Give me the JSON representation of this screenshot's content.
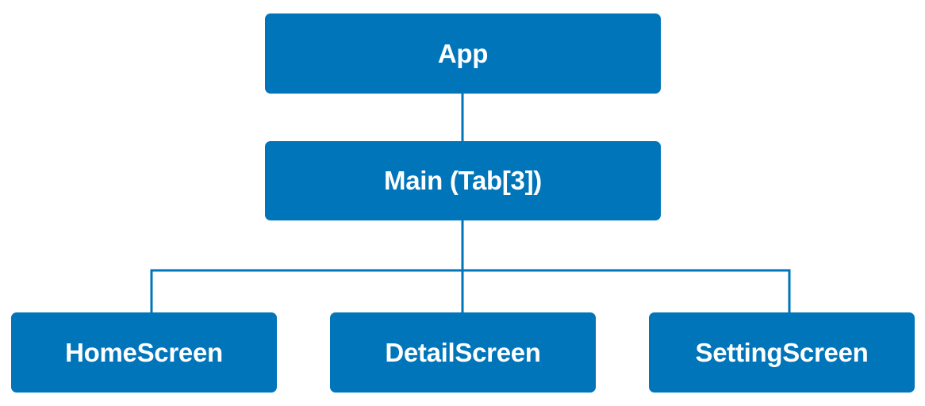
{
  "colors": {
    "node_fill": "#0075BA",
    "connector": "#0075BA",
    "text": "#FFFFFF"
  },
  "nodes": {
    "root": {
      "label": "App"
    },
    "main": {
      "label": "Main (Tab[3])"
    },
    "children": [
      {
        "label": "HomeScreen"
      },
      {
        "label": "DetailScreen"
      },
      {
        "label": "SettingScreen"
      }
    ]
  }
}
